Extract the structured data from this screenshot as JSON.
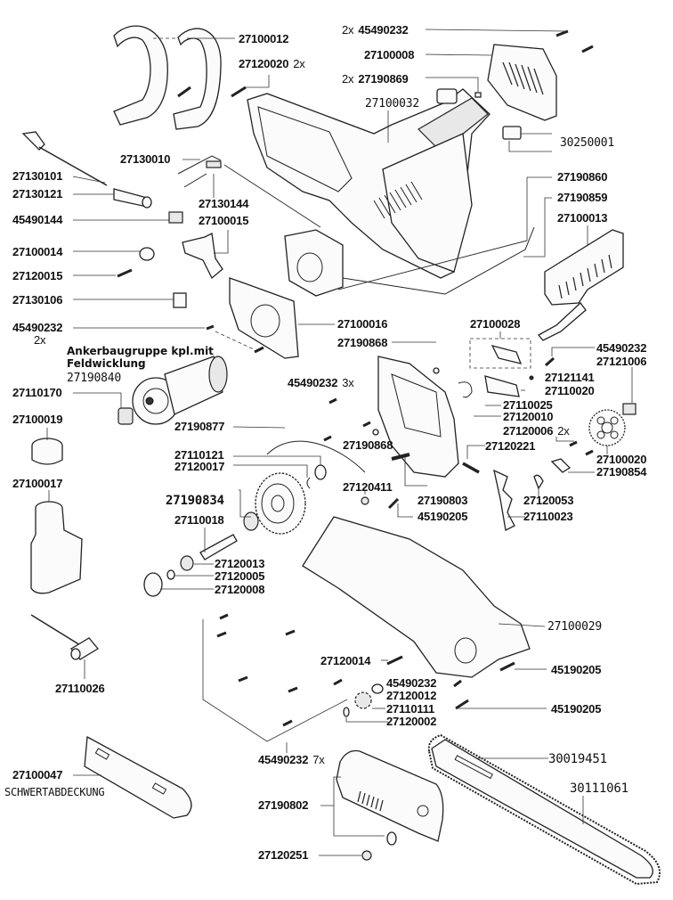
{
  "diagram": {
    "title": "Exploded parts diagram — electric chainsaw",
    "labels": {
      "p27100012": "27100012",
      "p27120020": "27120020",
      "p27120020_qty": "2x",
      "p45490232_top": "45490232",
      "p45490232_top_qty": "2x",
      "p27100008": "27100008",
      "p27190869": "27190869",
      "p27190869_qty": "2x",
      "p27100032": "27100032",
      "p30250001": "30250001",
      "p27130010": "27130010",
      "p27130101": "27130101",
      "p27130121": "27130121",
      "p45490144": "45490144",
      "p27130144": "27130144",
      "p27100015": "27100015",
      "p27190860": "27190860",
      "p27190859": "27190859",
      "p27100013": "27100013",
      "p27100014": "27100014",
      "p27120015": "27120015",
      "p27130106": "27130106",
      "p45490232_left": "45490232",
      "p45490232_left_qty": "2x",
      "p27100016": "27100016",
      "p27100028": "27100028",
      "p27190868_a": "27190868",
      "p45490232_right": "45490232",
      "p27121006": "27121006",
      "p27121141": "27121141",
      "p27110020": "27110020",
      "armature_note_line1": "Ankerbaugruppe kpl.mit",
      "armature_note_line2": "Feldwicklung",
      "p27190840": "27190840",
      "p27110170": "27110170",
      "p45490232_mid": "45490232",
      "p45490232_mid_qty": "3x",
      "p27110025": "27110025",
      "p27120010": "27120010",
      "p27120006": "27120006",
      "p27120006_qty": "2x",
      "p27100019": "27100019",
      "p27190877": "27190877",
      "p27190868_b": "27190868",
      "p27120221": "27120221",
      "p27100020": "27100020",
      "p27190854": "27190854",
      "p27110121": "27110121",
      "p27120017": "27120017",
      "p27100017": "27100017",
      "p27190834": "27190834",
      "p27120411": "27120411",
      "p27190803": "27190803",
      "p27120053": "27120053",
      "p45190205_a": "45190205",
      "p27110023": "27110023",
      "p27110018": "27110018",
      "p27120013": "27120013",
      "p27120005": "27120005",
      "p27120008": "27120008",
      "p27100029": "27100029",
      "p27120014": "27120014",
      "p45190205_b": "45190205",
      "p27110026": "27110026",
      "p45490232_low": "45490232",
      "p27120012": "27120012",
      "p27110111": "27110111",
      "p45190205_c": "45190205",
      "p27120002": "27120002",
      "p45490232_bottom": "45490232",
      "p45490232_bottom_qty": "7x",
      "p30019451": "30019451",
      "p27100047": "27100047",
      "bar_cover_note": "SCHWERTABDECKUNG",
      "p30111061": "30111061",
      "p27190802": "27190802",
      "p27120251": "27120251"
    }
  }
}
